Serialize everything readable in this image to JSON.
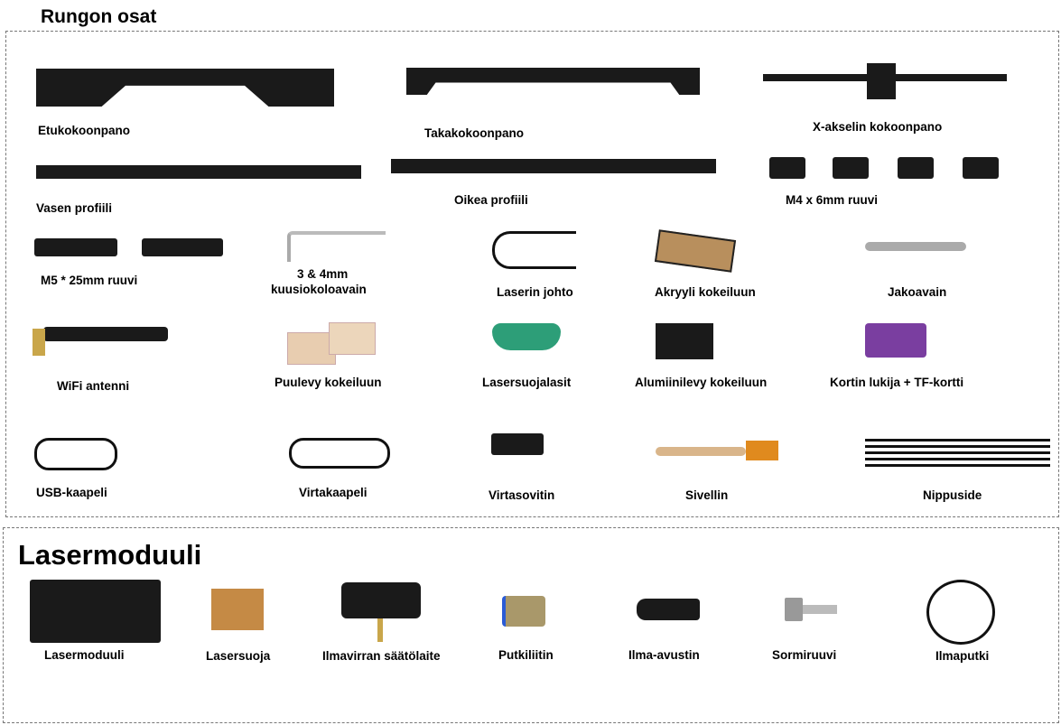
{
  "frame_section": {
    "title": "Rungon osat",
    "items": [
      "Etukokoonpano",
      "Takakokoonpano",
      "X-akselin kokoonpano",
      "Vasen profiili",
      "Oikea profiili",
      "M4 x 6mm ruuvi",
      "M5 * 25mm ruuvi",
      "3 & 4mm",
      "kuusiokoloavain",
      "Laserin johto",
      "Akryyli kokeiluun",
      "Jakoavain",
      "WiFi antenni",
      "Puulevy kokeiluun",
      "Lasersuojalasit",
      "Alumiinilevy kokeiluun",
      "Kortin lukija + TF-kortti",
      "USB-kaapeli",
      "Virtakaapeli",
      "Virtasovitin",
      "Sivellin",
      "Nippuside"
    ]
  },
  "laser_section": {
    "title": "Lasermoduuli",
    "items": [
      "Lasermoduuli",
      "Lasersuoja",
      "Ilmavirran säätölaite",
      "Putkiliitin",
      "Ilma-avustin",
      "Sormiruuvi",
      "Ilmaputki"
    ]
  }
}
